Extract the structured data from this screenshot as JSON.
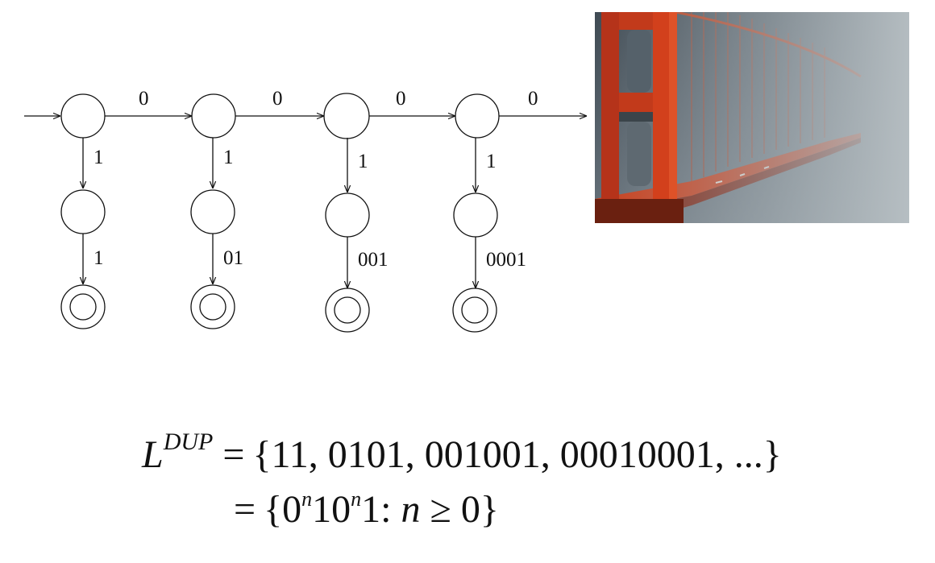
{
  "automaton": {
    "transitions": {
      "top_labels": [
        "0",
        "0",
        "0",
        "0"
      ],
      "down_labels": [
        "1",
        "1",
        "1",
        "1"
      ],
      "final_labels": [
        "1",
        "01",
        "001",
        "0001"
      ]
    }
  },
  "formula": {
    "line1": {
      "lhs_symbol": "L",
      "lhs_superscript": "DUP",
      "equals": "=",
      "rhs": "{11, 0101, 001001, 00010001, ...}"
    },
    "line2": {
      "equals": "=",
      "open": "{0",
      "sup1": "n",
      "mid": "10",
      "sup2": "n",
      "after": "1: ",
      "var": "n",
      "tail": " ≥ 0}"
    }
  },
  "photo": {
    "subject": "golden-gate-bridge-in-fog",
    "colors": {
      "tower": "#d2401c",
      "fog": "#8a959d",
      "sky": "#4d5963"
    }
  }
}
